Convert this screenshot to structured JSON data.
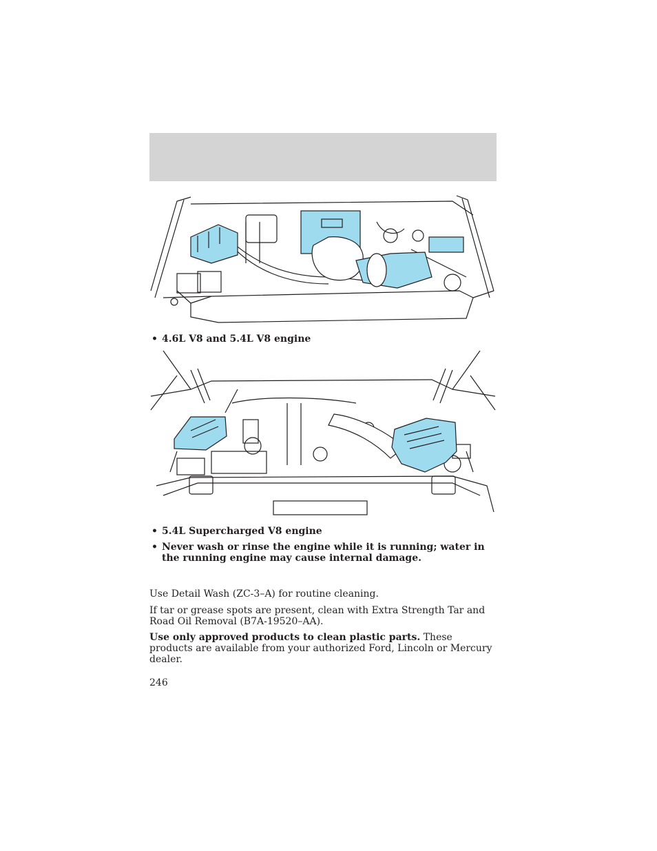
{
  "colors": {
    "highlight": "#9fdbef",
    "header_band": "#d4d4d4",
    "line": "#231f20"
  },
  "bullets": [
    {
      "text": "4.6L V8 and 5.4L V8 engine"
    },
    {
      "text": "5.4L Supercharged V8 engine"
    },
    {
      "text": "Never wash or rinse the engine while it is running; water in the running engine may cause internal damage."
    }
  ],
  "bullet_glyph": "•",
  "paragraphs": [
    {
      "text": "Use Detail Wash (ZC-3–A) for routine cleaning."
    },
    {
      "text": "If tar or grease spots are present, clean with Extra Strength Tar and Road Oil Removal (B7A-19520–AA)."
    },
    {
      "bold": "Use only approved products to clean plastic parts.",
      "text": " These products are available from your authorized Ford, Lincoln or Mercury dealer."
    }
  ],
  "page_number": "246"
}
